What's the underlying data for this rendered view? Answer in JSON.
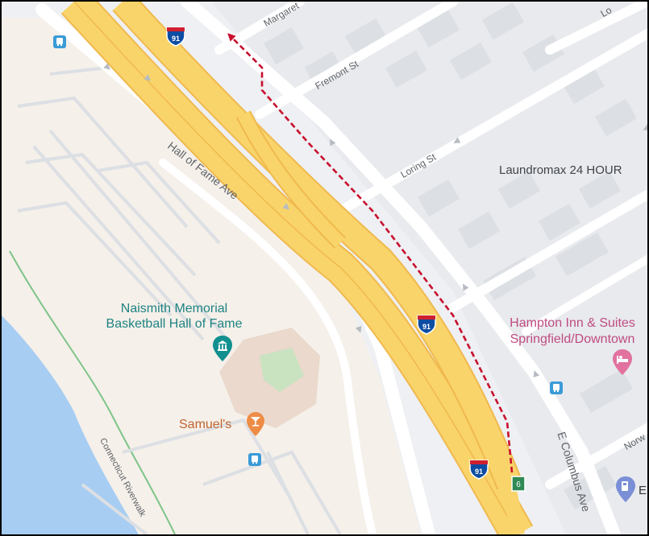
{
  "map": {
    "highway_shields": [
      "91",
      "91",
      "91"
    ],
    "exit_number": "6",
    "streets": {
      "margaret": "Margaret",
      "fremont": "Fremont St",
      "loring": "Loring St",
      "hall_of_fame": "Hall of Fame Ave",
      "e_columbus": "E Columbus Ave",
      "connecticut_riverwalk": "Connecticut Riverwalk",
      "norwood": "Norw",
      "top_right_partial": "Lo"
    },
    "pois": {
      "laundromax": "Laundromax 24 HOUR",
      "hall_of_fame_line1": "Naismith Memorial",
      "hall_of_fame_line2": "Basketball Hall of Fame",
      "hampton_line1": "Hampton Inn & Suites",
      "hampton_line2": "Springfield/Downtown",
      "samuels": "Samuel's",
      "partial_right": "E"
    },
    "icons": [
      "bus-stop-icon",
      "museum-icon",
      "bar-icon",
      "hotel-icon",
      "gas-station-icon"
    ],
    "colors": {
      "highway": "#f9d46a",
      "highway_edge": "#f0b94e",
      "route": "#c8102e",
      "water": "#a7cdf2",
      "hall_of_fame_pin": "#11908f",
      "hotel_pin": "#e2729f",
      "bar_pin": "#ee8c46"
    }
  }
}
